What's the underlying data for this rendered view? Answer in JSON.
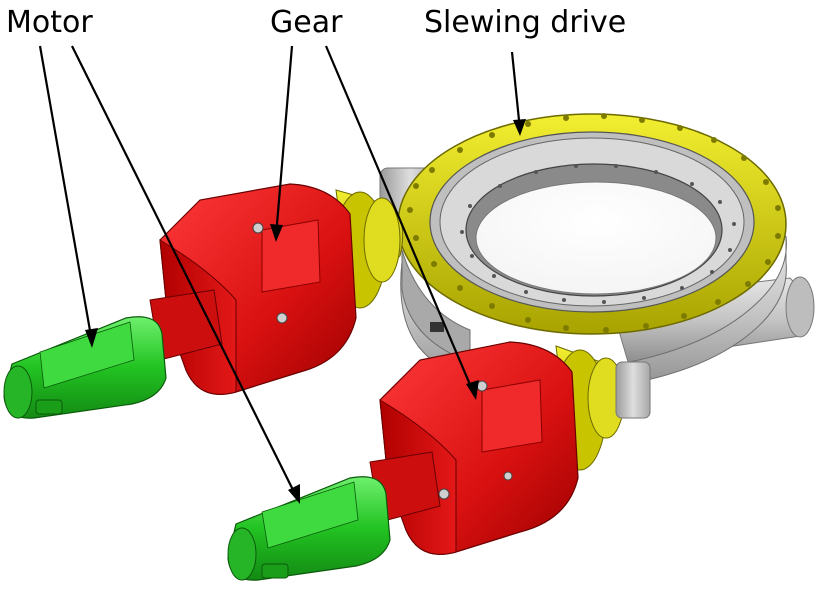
{
  "labels": {
    "motor": "Motor",
    "gear": "Gear",
    "slewing_drive": "Slewing drive"
  },
  "colors": {
    "motor_green": "#1fbe1f",
    "gear_red": "#e01414",
    "ring_yellow": "#d6d100",
    "housing_grey": "#c8c8c8",
    "leader_line": "#000000"
  }
}
